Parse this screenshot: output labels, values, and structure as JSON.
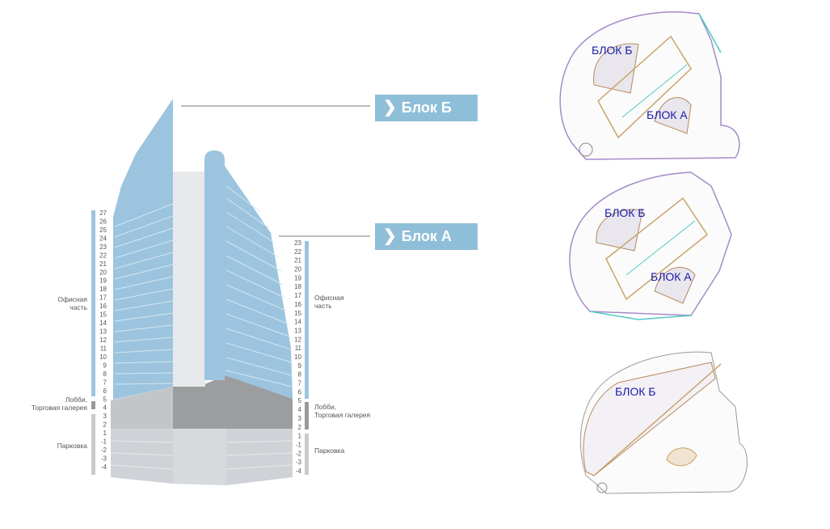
{
  "blocks": {
    "b_label": "Блок Б",
    "a_label": "Блок А"
  },
  "left_scale": {
    "floors": [
      "27",
      "26",
      "25",
      "24",
      "23",
      "22",
      "21",
      "20",
      "19",
      "18",
      "17",
      "16",
      "15",
      "14",
      "13",
      "12",
      "11",
      "10",
      "9",
      "8",
      "7",
      "6",
      "5",
      "4",
      "3",
      "2",
      "1",
      "-1",
      "-2",
      "-3",
      "-4"
    ],
    "office_label_1": "Офисная",
    "office_label_2": "часть",
    "lobby_label_1": "Лобби,",
    "lobby_label_2": "Торговая галерея",
    "parking_label": "Парковка"
  },
  "right_scale": {
    "floors": [
      "23",
      "22",
      "21",
      "20",
      "19",
      "18",
      "17",
      "16",
      "15",
      "14",
      "13",
      "12",
      "11",
      "10",
      "9",
      "8",
      "7",
      "6",
      "5",
      "4",
      "3",
      "2",
      "1",
      "-1",
      "-2",
      "-3",
      "-4"
    ],
    "office_label_1": "Офисная",
    "office_label_2": "часть",
    "lobby_label_1": "Лобби,",
    "lobby_label_2": "Торговая галерея",
    "parking_label": "Парковка"
  },
  "plans": {
    "plan1": {
      "label_b": "БЛОК Б",
      "label_a": "БЛОК А"
    },
    "plan2": {
      "label_b": "БЛОК Б",
      "label_a": "БЛОК А"
    },
    "plan3": {
      "label_b": "БЛОК Б"
    }
  },
  "colors": {
    "glass": "#9cc4de",
    "callout": "#8fbfd8",
    "podium": "#a9a9a9",
    "parking": "#cfd3d7",
    "plan_label": "#1a1aa8"
  }
}
